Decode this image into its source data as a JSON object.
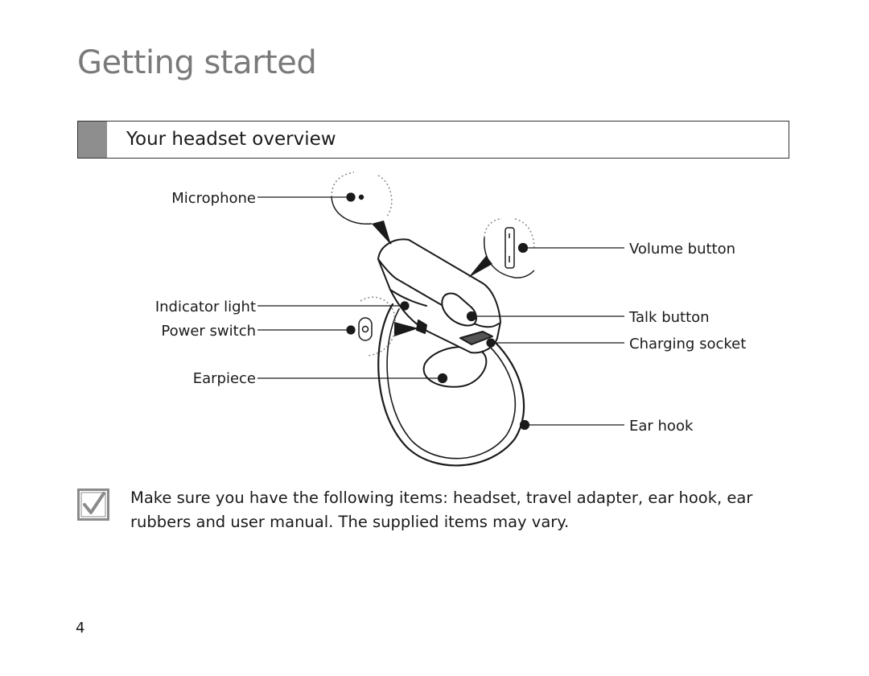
{
  "page": {
    "title": "Getting started",
    "page_number": "4"
  },
  "section": {
    "title": "Your headset overview"
  },
  "diagram": {
    "labels": {
      "microphone": "Microphone",
      "indicator_light": "Indicator light",
      "power_switch": "Power switch",
      "earpiece": "Earpiece",
      "volume_button": "Volume button",
      "talk_button": "Talk button",
      "charging_socket": "Charging socket",
      "ear_hook": "Ear hook"
    }
  },
  "note": {
    "text": "Make sure you have the following items: headset, travel adapter, ear hook, ear rubbers and user manual. The supplied items may vary."
  }
}
